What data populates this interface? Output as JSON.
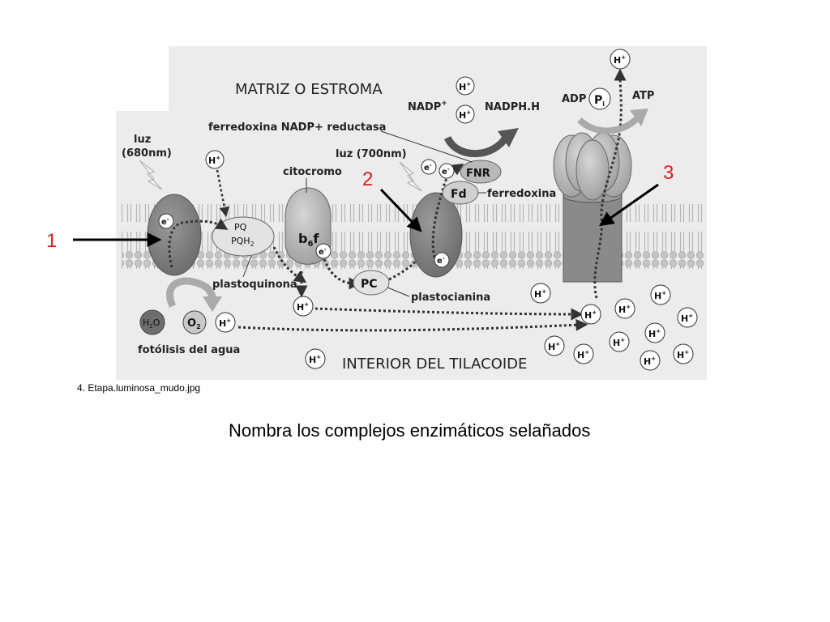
{
  "diagram": {
    "title_top": "MATRIZ O ESTROMA",
    "title_bottom": "INTERIOR DEL TILACOIDE",
    "light_psii_1": "luz",
    "light_psii_2": "(680nm)",
    "light_psi": "luz (700nm)",
    "fnr_label": "ferredoxina NADP+ reductasa",
    "citocromo": "citocromo",
    "plastoquinona": "plastoquinona",
    "plastocianina": "plastocianina",
    "ferredoxina": "ferredoxina",
    "fotolisis": "fotólisis del agua",
    "nadp": "NADP",
    "nadp_sup": "+",
    "nadph": "NADPH.H",
    "adp": "ADP",
    "atp": "ATP",
    "pi": "P",
    "pi_sub": "i",
    "fnr": "FNR",
    "fd": "Fd",
    "pc": "PC",
    "pq": "PQ",
    "pqh2": "PQH",
    "pqh2_sub": "2",
    "b6f": "b",
    "b6f_sub": "6",
    "b6f_end": "f",
    "h2o": "H",
    "h2o_sub": "2",
    "h2o_end": "O",
    "o2": "O",
    "o2_sub": "2",
    "electron": "e",
    "electron_sup": "-",
    "proton": "H",
    "proton_sup": "+",
    "marker_1": "1",
    "marker_2": "2",
    "marker_3": "3"
  },
  "caption": "4. Etapa.luminosa_mudo.jpg",
  "question": "Nombra los complejos enzimáticos selañados",
  "colors": {
    "marker": "#d61f1f",
    "membrane": "#bfbfbf",
    "complex_dark": "#7d7d7d",
    "complex_light": "#b5b5b5",
    "background": "#ececec"
  }
}
